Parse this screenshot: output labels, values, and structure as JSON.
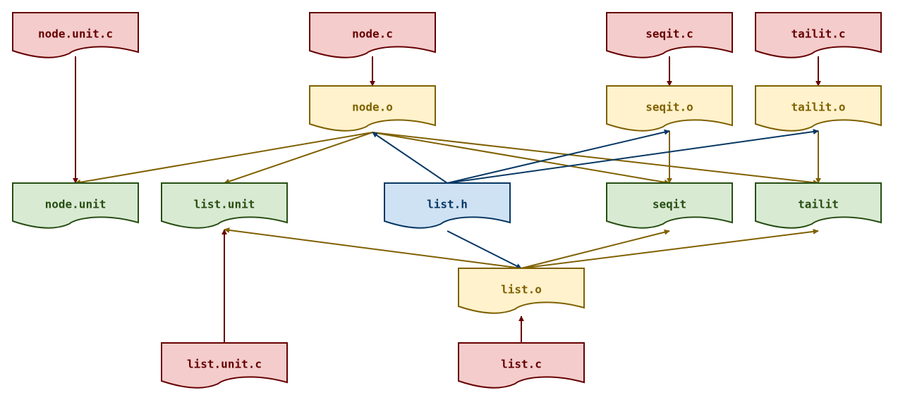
{
  "palette": {
    "source": {
      "fill": "#f4cccc",
      "stroke": "#660000",
      "text": "#660000"
    },
    "object": {
      "fill": "#fff2cc",
      "stroke": "#7f6000",
      "text": "#7f6000"
    },
    "binary": {
      "fill": "#d9ead3",
      "stroke": "#274e13",
      "text": "#274e13"
    },
    "header": {
      "fill": "#cfe2f3",
      "stroke": "#073763",
      "text": "#073763"
    }
  },
  "nodes": [
    {
      "id": "node_unit_c",
      "label": "node.unit.c",
      "kind": "source"
    },
    {
      "id": "node_c",
      "label": "node.c",
      "kind": "source"
    },
    {
      "id": "seqit_c",
      "label": "seqit.c",
      "kind": "source"
    },
    {
      "id": "tailit_c",
      "label": "tailit.c",
      "kind": "source"
    },
    {
      "id": "node_o",
      "label": "node.o",
      "kind": "object"
    },
    {
      "id": "seqit_o",
      "label": "seqit.o",
      "kind": "object"
    },
    {
      "id": "tailit_o",
      "label": "tailit.o",
      "kind": "object"
    },
    {
      "id": "node_unit",
      "label": "node.unit",
      "kind": "binary"
    },
    {
      "id": "list_unit",
      "label": "list.unit",
      "kind": "binary"
    },
    {
      "id": "list_h",
      "label": "list.h",
      "kind": "header"
    },
    {
      "id": "seqit",
      "label": "seqit",
      "kind": "binary"
    },
    {
      "id": "tailit",
      "label": "tailit",
      "kind": "binary"
    },
    {
      "id": "list_o",
      "label": "list.o",
      "kind": "object"
    },
    {
      "id": "list_unit_c",
      "label": "list.unit.c",
      "kind": "source"
    },
    {
      "id": "list_c",
      "label": "list.c",
      "kind": "source"
    }
  ],
  "edges": [
    {
      "from": "node_unit_c",
      "to": "node_unit",
      "kind": "source"
    },
    {
      "from": "node_c",
      "to": "node_o",
      "kind": "source"
    },
    {
      "from": "seqit_c",
      "to": "seqit_o",
      "kind": "source"
    },
    {
      "from": "tailit_c",
      "to": "tailit_o",
      "kind": "source"
    },
    {
      "from": "list_unit_c",
      "to": "list_unit",
      "kind": "source"
    },
    {
      "from": "list_c",
      "to": "list_o",
      "kind": "source"
    },
    {
      "from": "node_o",
      "to": "node_unit",
      "kind": "object"
    },
    {
      "from": "node_o",
      "to": "list_unit",
      "kind": "object"
    },
    {
      "from": "node_o",
      "to": "seqit",
      "kind": "object"
    },
    {
      "from": "node_o",
      "to": "tailit",
      "kind": "object"
    },
    {
      "from": "seqit_o",
      "to": "seqit",
      "kind": "object"
    },
    {
      "from": "tailit_o",
      "to": "tailit",
      "kind": "object"
    },
    {
      "from": "list_o",
      "to": "list_unit",
      "kind": "object"
    },
    {
      "from": "list_o",
      "to": "seqit",
      "kind": "object"
    },
    {
      "from": "list_o",
      "to": "tailit",
      "kind": "object"
    },
    {
      "from": "list_h",
      "to": "node_o",
      "kind": "header"
    },
    {
      "from": "list_h",
      "to": "seqit_o",
      "kind": "header"
    },
    {
      "from": "list_h",
      "to": "tailit_o",
      "kind": "header"
    },
    {
      "from": "list_h",
      "to": "list_o",
      "kind": "header"
    }
  ]
}
